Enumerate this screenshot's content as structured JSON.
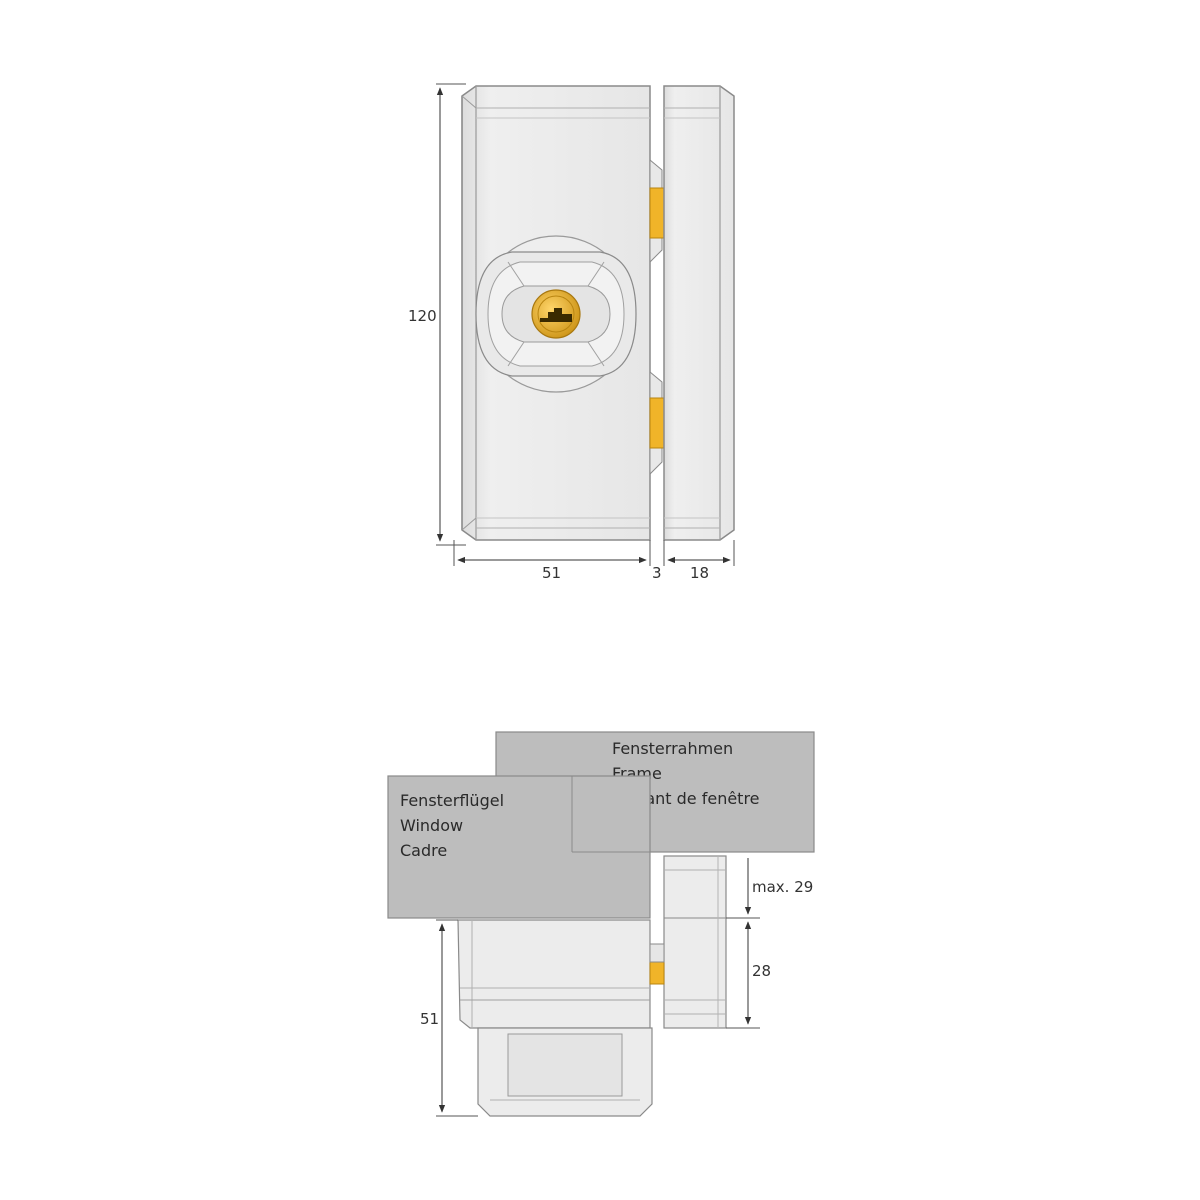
{
  "front_view": {
    "dimensions": {
      "height": "120",
      "body_width": "51",
      "gap": "3",
      "frame_part_width": "18"
    },
    "colors": {
      "body": "#eaeaea",
      "outline": "#8a8a8a",
      "accent_yellow": "#f0b429",
      "cylinder": "#d9a21a"
    }
  },
  "side_view": {
    "labels": {
      "sash": [
        "Fensterflügel",
        "Window",
        "Cadre"
      ],
      "frame": [
        "Fensterrahmen",
        "Frame",
        "Battant de fenêtre"
      ]
    },
    "dimensions": {
      "sash_depth": "51",
      "frame_depth": "28",
      "frame_max_offset": "max. 29"
    },
    "colors": {
      "label_box": "#bdbdbd"
    }
  }
}
